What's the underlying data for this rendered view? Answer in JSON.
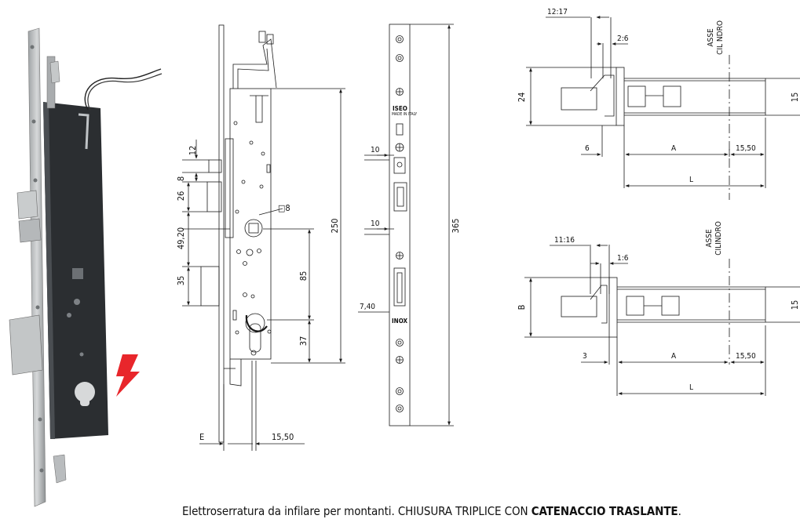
{
  "colors": {
    "line": "#1a1a1a",
    "lock_body": "#2b2e31",
    "steel": "#b9bcbe",
    "steel_dark": "#8e9294",
    "lightning": "#e8262b"
  },
  "icons": {
    "lightning": "lightning-bolt-icon",
    "square_spindle": "square-spindle-icon"
  },
  "side_view": {
    "dim_12": "12",
    "dim_8": "8",
    "dim_26": "26",
    "dim_49_20": "49,20",
    "dim_35": "35",
    "dim_250": "250",
    "dim_85": "85",
    "dim_37": "37",
    "spindle": "□8",
    "dim_E": "E",
    "dim_15_50": "15,50"
  },
  "front_view": {
    "dim_10_top": "10",
    "dim_10_mid": "10",
    "dim_7_40": "7,40",
    "dim_365": "365",
    "brand": "ISEO",
    "made_in": "MADE IN ITALY",
    "inox": "INOX"
  },
  "detail_top": {
    "dim_12_17": "12:17",
    "dim_2_6": "2:6",
    "axis_line1": "ASSE",
    "axis_line2": "CIL NDRO",
    "dim_24": "24",
    "dim_15": "15",
    "dim_6": "6",
    "dim_A": "A",
    "dim_15_50": "15,50",
    "dim_L": "L"
  },
  "detail_bottom": {
    "dim_11_16": "11:16",
    "dim_1_6": "1:6",
    "axis_line1": "ASSE",
    "axis_line2": "CILINDRO",
    "dim_B": "B",
    "dim_15": "15",
    "dim_3": "3",
    "dim_A": "A",
    "dim_15_50": "15,50",
    "dim_L": "L"
  },
  "caption": {
    "prefix": "Elettroserratura da infilare per montanti. CHIUSURA TRIPLICE CON ",
    "bold": "CATENACCIO TRASLANTE",
    "suffix": "."
  }
}
